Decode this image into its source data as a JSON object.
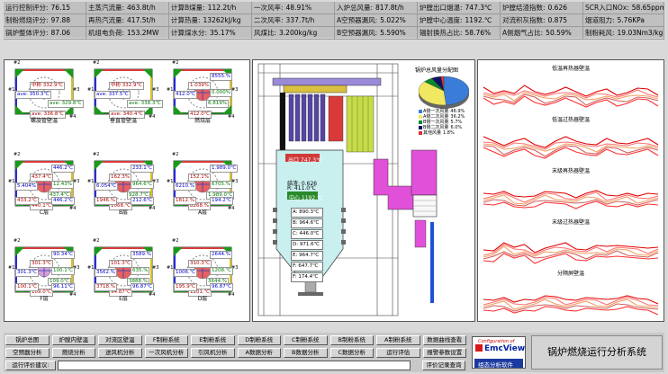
{
  "metrics": [
    [
      {
        "label": "运行控制评分:",
        "value": "76.15"
      },
      {
        "label": "主蒸汽流量:",
        "value": "463.8t/h"
      },
      {
        "label": "计算B煤量:",
        "value": "112.2t/h"
      },
      {
        "label": "一次风率:",
        "value": "48.91%"
      },
      {
        "label": "入炉总风量:",
        "value": "817.8t/h"
      },
      {
        "label": "炉膛出口烟温:",
        "value": "747.3℃"
      },
      {
        "label": "炉膛结渣指数:",
        "value": "0.626"
      },
      {
        "label": "SCR入口NOx:",
        "value": "58.65ppm"
      }
    ],
    [
      {
        "label": "制粉燃烧评分:",
        "value": "97.88"
      },
      {
        "label": "再热汽流量:",
        "value": "417.5t/h"
      },
      {
        "label": "计算热量:",
        "value": "13262kJ/kg"
      },
      {
        "label": "二次风率:",
        "value": "337.7t/h"
      },
      {
        "label": "A空预器漏风:",
        "value": "5.022%"
      },
      {
        "label": "炉膛中心温度:",
        "value": "1192.℃"
      },
      {
        "label": "对流积灰指数:",
        "value": "0.875"
      },
      {
        "label": "烟道阻力:",
        "value": "5.76KPa"
      }
    ],
    [
      {
        "label": "锅炉整体评分:",
        "value": "87.06"
      },
      {
        "label": "机组电负荷:",
        "value": "153.2MW"
      },
      {
        "label": "计算煤水分:",
        "value": "35.17%"
      },
      {
        "label": "风煤比:",
        "value": "3.200kg/kg"
      },
      {
        "label": "B空预器漏风:",
        "value": "5.590%"
      },
      {
        "label": "辐射换热占比:",
        "value": "58.76%"
      },
      {
        "label": "A侧烟气占比:",
        "value": "50.59%"
      },
      {
        "label": "制粉耗风:",
        "value": "19.03Nm3/kg"
      }
    ]
  ],
  "gauges": [
    {
      "name": "螺旋管壁温",
      "corners": [
        "#2",
        "#1",
        "#3",
        "#4"
      ],
      "values": [
        "中粉 332.9℃",
        "ave: 350.3℃",
        "ave: 329.8℃",
        "ave: 336.8℃"
      ]
    },
    {
      "name": "垂直管壁温",
      "corners": [
        "#2",
        "#1",
        "#3",
        "#4"
      ],
      "values": [
        "中粉 332.9℃",
        "ave: 337.5℃",
        "ave: 338.3℃",
        "ave: 340.4℃"
      ]
    },
    {
      "name": "燃烧层",
      "corners": [
        "#2",
        "#1",
        "#3",
        "#4"
      ],
      "values": [
        "1.039%",
        "412.0℃",
        "6.819%",
        "412.0℃",
        "8555.%",
        "0.000%"
      ]
    },
    {
      "name": "C层",
      "corners": [
        "#2",
        "#1",
        "#3",
        "#4"
      ],
      "values": [
        "437.4℃",
        "5.404%",
        "437.4℃",
        "440.1℃",
        "446.2℃",
        "12.43%",
        "433.2℃",
        "446.2℃"
      ]
    },
    {
      "name": "B层",
      "corners": [
        "#2",
        "#1",
        "#3",
        "#4"
      ],
      "values": [
        "162.3%",
        "6.054℃",
        "928.7℃",
        "1068.℃",
        "233.1℃",
        "964.6℃",
        "1946.%",
        "212.6℃"
      ]
    },
    {
      "name": "A层",
      "corners": [
        "#2",
        "#1",
        "#3",
        "#4"
      ],
      "values": [
        "152.1%",
        "6210.%",
        "1.989.0℃",
        "8268.%",
        "1.989.0℃",
        "6705.%",
        "1812.%",
        "194.2℃"
      ]
    },
    {
      "name": "F层",
      "corners": [
        "#2",
        "#1",
        "#3",
        "#4"
      ],
      "values": [
        "301.3℃",
        "301.3℃",
        "109.0℃",
        "109.0℃",
        "90.34℃",
        "100.1℃",
        "100.1℃",
        "96.11℃"
      ]
    },
    {
      "name": "E层",
      "corners": [
        "#2",
        "#1",
        "#3",
        "#4"
      ],
      "values": [
        "101.3℃",
        "3562.%",
        "3888.%",
        "94.87℃",
        "3589.%",
        "635.%",
        "3718.%",
        "96.87℃"
      ]
    },
    {
      "name": "D层",
      "corners": [
        "#2",
        "#1",
        "#3",
        "#4"
      ],
      "values": [
        "310.3℃",
        "1006.℃",
        "3644.%",
        "1201.℃",
        "2644.%",
        "1208.℃",
        "195.9℃",
        "96.87℃"
      ]
    }
  ],
  "boiler": {
    "pie_title": "锅炉总风量分配图",
    "legend": [
      {
        "label": "A侧一次风量",
        "value": "46.9%",
        "color": "#3a7dd8"
      },
      {
        "label": "A侧二次风量",
        "value": "36.2%",
        "color": "#f0e860"
      },
      {
        "label": "B侧一次风量",
        "value": "5.7%",
        "color": "#0b8a2b"
      },
      {
        "label": "B侧二次风量",
        "value": "6.0%",
        "color": "#101060"
      },
      {
        "label": "其他风量",
        "value": "1.8%",
        "color": "#e03030"
      }
    ],
    "pie_values": [
      46.9,
      36.2,
      5.7,
      6.0,
      1.8
    ],
    "exit_label": "出口 747.3℃",
    "center_label": "中心 1192.℃",
    "side_vals": [
      "结渣: 0.626",
      "R: 411.0℃"
    ],
    "layers": [
      "A: 890.3℃",
      "B: 964.6℃",
      "C: 446.0℃",
      "D: 971.6℃",
      "E: 964.7℃",
      "F: 647.7℃",
      "F: 174.4℃"
    ]
  },
  "charts": [
    {
      "title": "低温再热器壁温"
    },
    {
      "title": "低温过热器壁温"
    },
    {
      "title": "末级再热器壁温"
    },
    {
      "title": "末级过热器壁温"
    },
    {
      "title": "分隔屏壁温"
    }
  ],
  "buttons": {
    "row1": [
      "锅炉总图",
      "炉膛内壁温",
      "对流区壁温",
      "F制粉系统",
      "E制粉系统",
      "D制粉系统",
      "C制粉系统",
      "B制粉系统",
      "A制粉系统",
      "数据曲线查看"
    ],
    "row2": [
      "空预器分析",
      "燃烧分析",
      "送风机分析",
      "一次风机分析",
      "引风机分析",
      "A数据分析",
      "B数据分析",
      "C数据分析",
      "运行评估",
      "报警参数设置"
    ],
    "row3_label": "运行评价建议:",
    "row3_btn": "评价记录查询"
  },
  "logo": {
    "top": "Configuration of",
    "name": "EmcView",
    "sub": "组态分析软件"
  },
  "system_title": "锅炉燃烧运行分析系统"
}
